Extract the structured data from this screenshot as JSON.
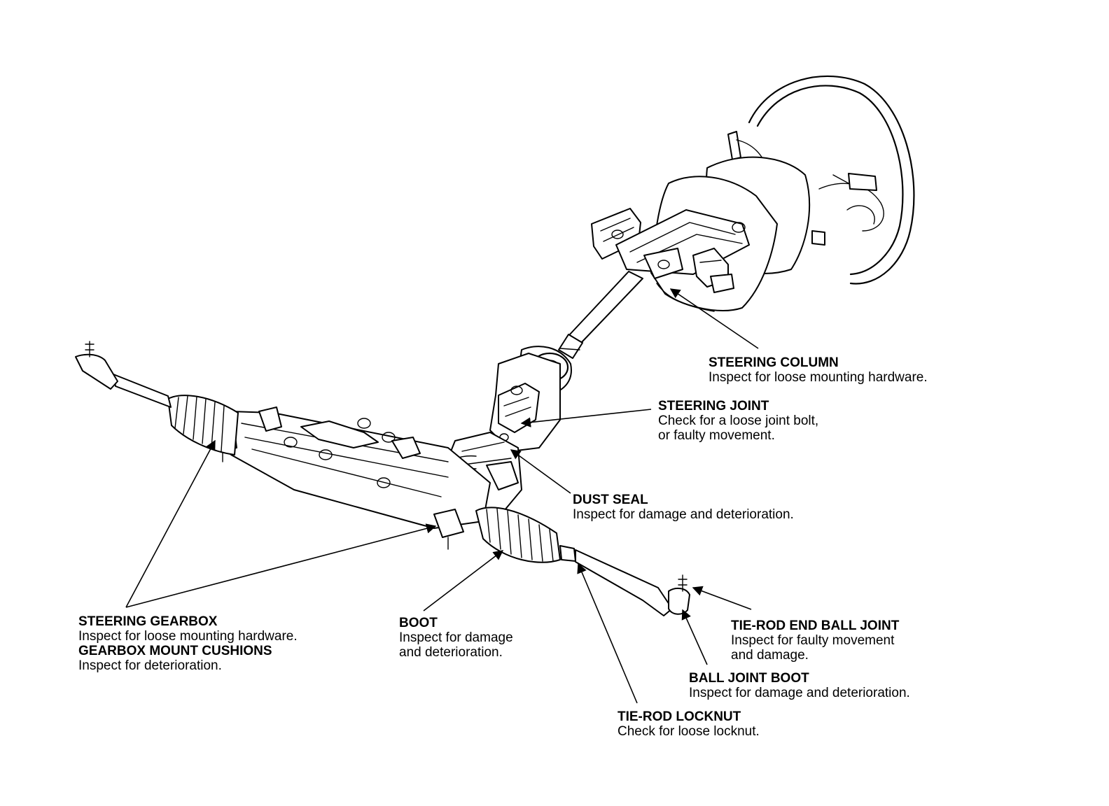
{
  "callouts": {
    "steering_column": {
      "title": "STEERING COLUMN",
      "lines": [
        "Inspect for loose mounting hardware."
      ]
    },
    "steering_joint": {
      "title": "STEERING JOINT",
      "lines": [
        "Check for a loose joint bolt,",
        "or faulty movement."
      ]
    },
    "dust_seal": {
      "title": "DUST SEAL",
      "lines": [
        "Inspect for damage and deterioration."
      ]
    },
    "steering_gearbox": {
      "title": "STEERING GEARBOX",
      "lines": [
        "Inspect for loose mounting hardware."
      ]
    },
    "gearbox_mount_cushions": {
      "title": "GEARBOX MOUNT CUSHIONS",
      "lines": [
        "Inspect for deterioration."
      ]
    },
    "boot": {
      "title": "BOOT",
      "lines": [
        "Inspect for damage",
        "and deterioration."
      ]
    },
    "tie_rod_end_ball_joint": {
      "title": "TIE-ROD END BALL JOINT",
      "lines": [
        "Inspect for faulty movement",
        "and damage."
      ]
    },
    "ball_joint_boot": {
      "title": "BALL JOINT BOOT",
      "lines": [
        "Inspect for damage and deterioration."
      ]
    },
    "tie_rod_locknut": {
      "title": "TIE-ROD LOCKNUT",
      "lines": [
        "Check for loose locknut."
      ]
    }
  }
}
